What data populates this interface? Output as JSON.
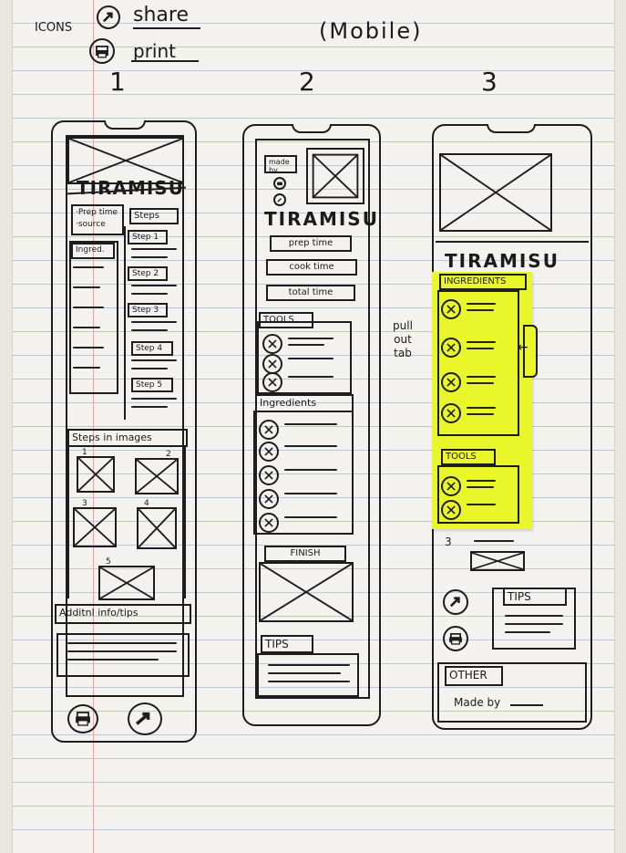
{
  "header": {
    "icons_label": "ICONS",
    "share_label": "share",
    "print_label": "print",
    "mobile_label": "(Mobile)",
    "share_icon": "share-arrow-icon",
    "print_icon": "printer-icon"
  },
  "column_numbers": [
    "1",
    "2",
    "3"
  ],
  "sketch1": {
    "title": "TIRAMISU",
    "prep_source": "·Prep time ·source",
    "steps_label": "Steps",
    "ingred_label": "Ingred.",
    "step_labels": [
      "Step 1",
      "Step 2",
      "Step 3",
      "Step 4",
      "Step 5"
    ],
    "steps_in_images": "Steps in images",
    "image_numbers": [
      "1",
      "2",
      "3",
      "4",
      "5"
    ],
    "additional_info": "Additnl info/tips"
  },
  "sketch2": {
    "made_by": "made by",
    "title": "TIRAMISU",
    "prep_time": "prep time",
    "cook_time": "cook time",
    "total_time": "total time",
    "tools": "TOOLS",
    "ingredients": "Ingredients",
    "finish": "FINISH",
    "tips": "TIPS"
  },
  "annotation": {
    "pull_out_tab": "pull out tab"
  },
  "sketch3": {
    "title": "TIRAMISU",
    "ingredients": "INGREDIENTS",
    "tools": "TOOLS",
    "step_number": "3",
    "tips": "TIPS",
    "other": "OTHER",
    "made_by": "Made by"
  },
  "colors": {
    "ink": "#1d1d1d",
    "paper": "#f3f2ee",
    "rule_line": "#b9c8dd",
    "margin_line": "#e8a6a6",
    "sticky_note": "#e9f62a"
  }
}
